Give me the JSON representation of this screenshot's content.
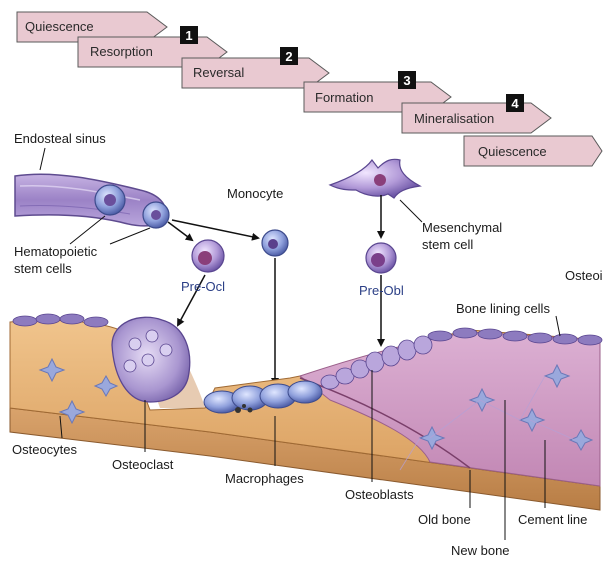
{
  "phases": [
    {
      "label": "Quiescence"
    },
    {
      "label": "Resorption"
    },
    {
      "label": "Reversal"
    },
    {
      "label": "Formation"
    },
    {
      "label": "Mineralisation"
    },
    {
      "label": "Quiescence"
    }
  ],
  "step_numbers": [
    "1",
    "2",
    "3",
    "4"
  ],
  "labels": {
    "endosteal_sinus": "Endosteal sinus",
    "hematopoietic_1": "Hematopoietic",
    "hematopoietic_2": "stem cells",
    "monocyte": "Monocyte",
    "mesenchymal_1": "Mesenchymal",
    "mesenchymal_2": "stem cell",
    "pre_ocl": "Pre-Ocl",
    "pre_obl": "Pre-Obl",
    "osteo_cut": "Osteoi",
    "bone_lining_cells": "Bone lining cells",
    "osteocytes": "Osteocytes",
    "osteoclast": "Osteoclast",
    "macrophages": "Macrophages",
    "osteoblasts": "Osteoblasts",
    "old_bone": "Old bone",
    "cement_line": "Cement line",
    "new_bone": "New bone"
  },
  "colors": {
    "phase_fill": "#e9c9d1",
    "phase_stroke": "#5a5a5a",
    "bone_old": "#e7b47a",
    "bone_new": "#cf9bc2",
    "lining_cell": "#8d7bbf",
    "cell_blue": "#7d8fd0",
    "cell_purple": "#a28ad0"
  }
}
